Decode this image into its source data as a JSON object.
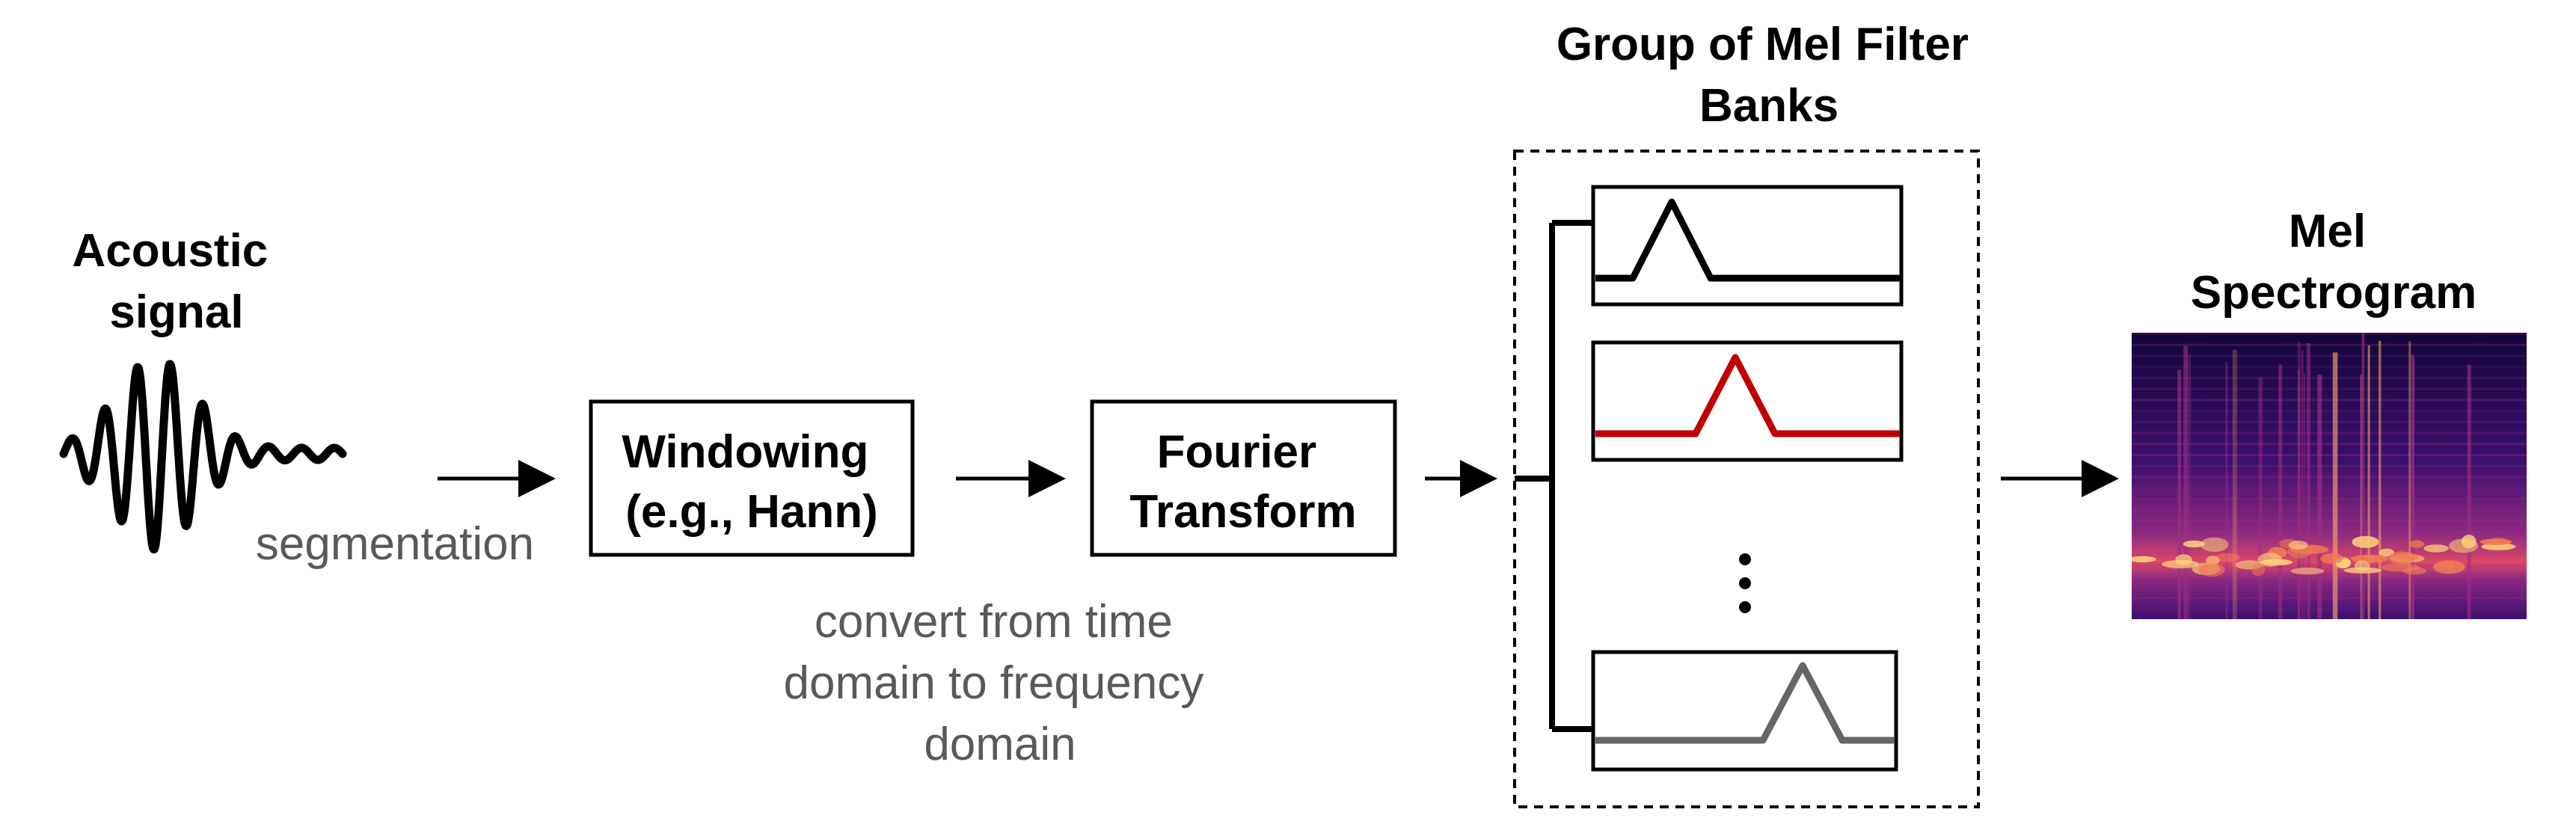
{
  "nodes": {
    "acoustic_signal": {
      "line1": "Acoustic",
      "line2": "signal"
    },
    "windowing": {
      "line1": "Windowing",
      "line2": "(e.g., Hann)"
    },
    "fourier": {
      "line1": "Fourier",
      "line2": "Transform"
    },
    "filter_group": {
      "line1": "Group of Mel Filter",
      "line2": "Banks"
    },
    "spectrogram": {
      "line1": "Mel",
      "line2": "Spectrogram"
    }
  },
  "annotations": {
    "segmentation": "segmentation",
    "convert_line1": "convert from time",
    "convert_line2": "domain to frequency",
    "convert_line3": "domain"
  },
  "colors": {
    "text": "#000000",
    "annotation": "#595959",
    "filter_1": "#000000",
    "filter_2": "#c00000",
    "filter_3": "#666666"
  },
  "icons": {
    "ellipsis": "vertical-ellipsis-icon",
    "waveform": "acoustic-waveform-icon"
  }
}
